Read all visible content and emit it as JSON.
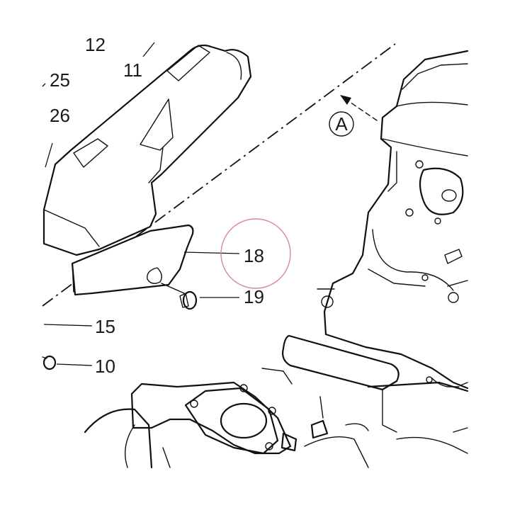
{
  "diagram": {
    "callouts": {
      "c12": "12",
      "c11": "11",
      "c25": "25",
      "c26": "26",
      "c18": "18",
      "c19": "19",
      "c15": "15",
      "c10": "10"
    },
    "view_marker": "A",
    "highlighted_callout": "18",
    "colors": {
      "line": "#111111",
      "background": "#ffffff",
      "highlight_circle": "#d8898f"
    }
  }
}
